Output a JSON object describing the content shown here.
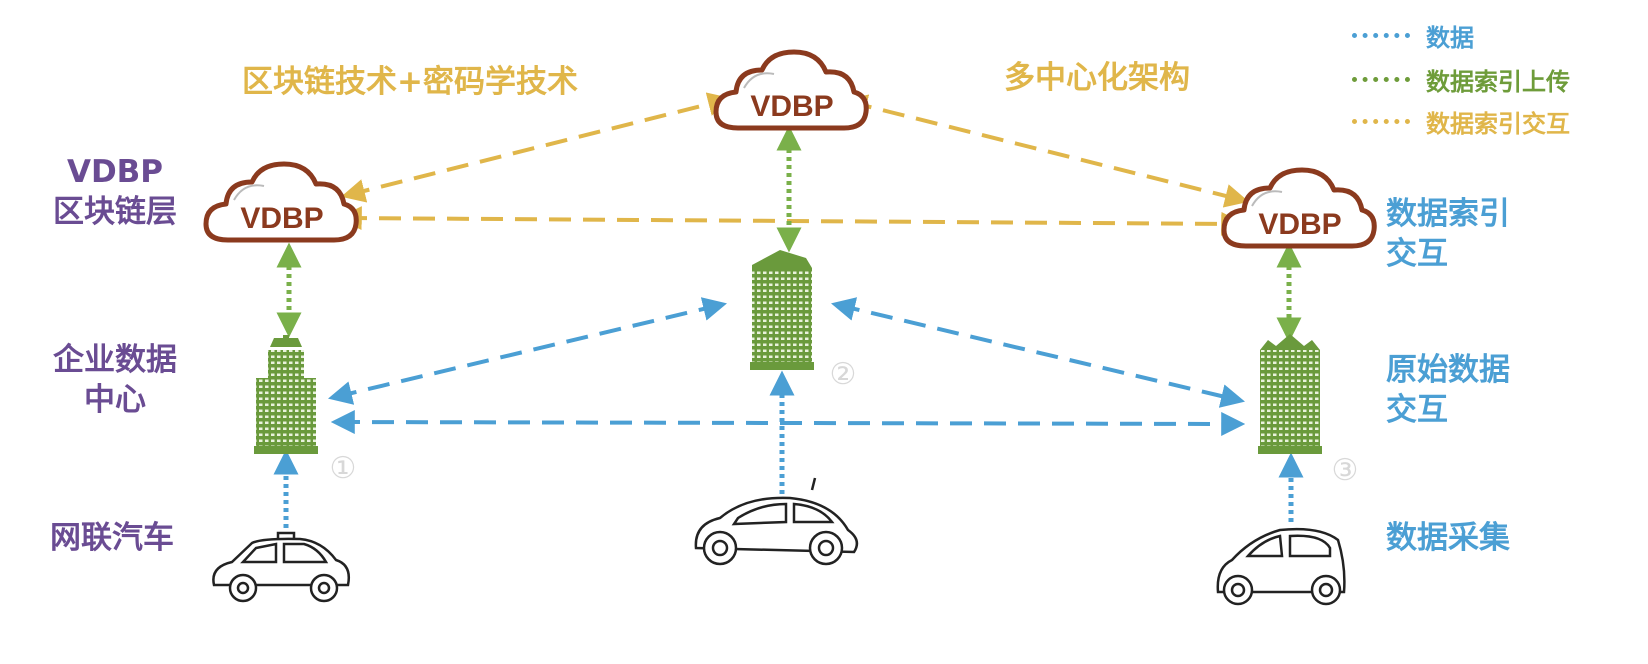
{
  "tech_label": "区块链技术+密码学技术",
  "arch_label": "多中心化架构",
  "layer_labels": {
    "blockchain": [
      "VDBP",
      "区块链层"
    ],
    "datacenter": [
      "企业数据",
      "中心"
    ],
    "vehicle": "网联汽车"
  },
  "right_labels": {
    "index_interaction": [
      "数据索引",
      "交互"
    ],
    "raw_interaction": [
      "原始数据",
      "交互"
    ],
    "collection": "数据采集"
  },
  "cloud_text": "VDBP",
  "node_numbers": [
    "①",
    "②",
    "③"
  ],
  "legend": [
    {
      "label": "数据",
      "color": "#4b9fd4"
    },
    {
      "label": "数据索引上传",
      "color": "#6e9c3a"
    },
    {
      "label": "数据索引交互",
      "color": "#e0b64a"
    }
  ],
  "colors": {
    "data": "#4b9fd4",
    "index_upload": "#7ab04a",
    "index_interaction": "#e0b64a",
    "building": "#6a9a3c",
    "cloud": "#8b3a1e"
  }
}
